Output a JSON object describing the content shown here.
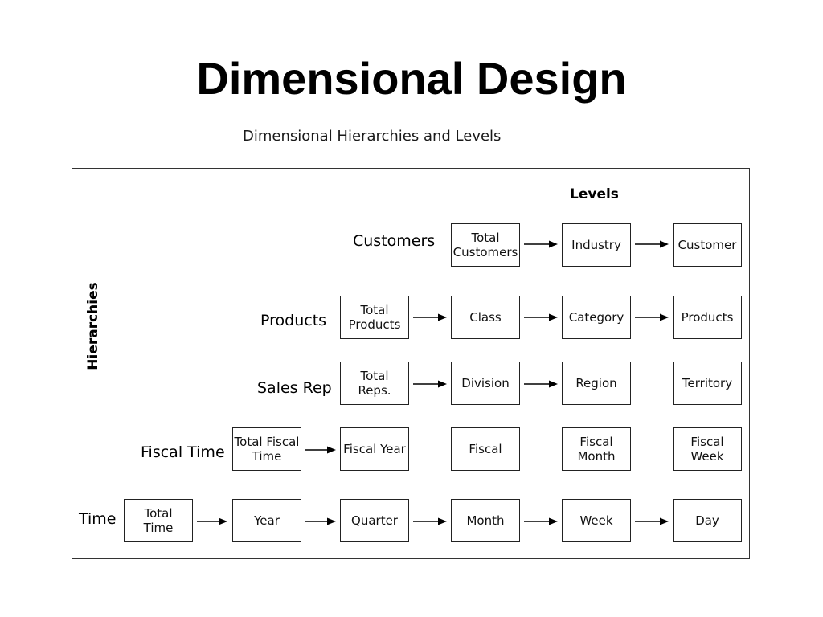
{
  "slide": {
    "title": "Dimensional Design"
  },
  "diagram": {
    "caption": "Dimensional Hierarchies and Levels",
    "levels_title": "Levels",
    "hierarchies_title": "Hierarchies",
    "rows": {
      "customers": {
        "label": "Customers",
        "levels": [
          "Total\nCustomers",
          "Industry",
          "Customer"
        ],
        "arrows": "all"
      },
      "products": {
        "label": "Products",
        "levels": [
          "Total\nProducts",
          "Class",
          "Category",
          "Products"
        ],
        "arrows": "all"
      },
      "sales_rep": {
        "label": "Sales Rep",
        "levels": [
          "Total\nReps.",
          "Division",
          "Region",
          "Territory"
        ],
        "arrows": "first-two"
      },
      "fiscal_time": {
        "label": "Fiscal Time",
        "levels": [
          "Total Fiscal\nTime",
          "Fiscal Year",
          "Fiscal",
          "Fiscal\nMonth",
          "Fiscal\nWeek"
        ],
        "arrows": "first-only"
      },
      "time": {
        "label": "Time",
        "levels": [
          "Total\nTime",
          "Year",
          "Quarter",
          "Month",
          "Week",
          "Day"
        ],
        "arrows": "all"
      }
    }
  }
}
